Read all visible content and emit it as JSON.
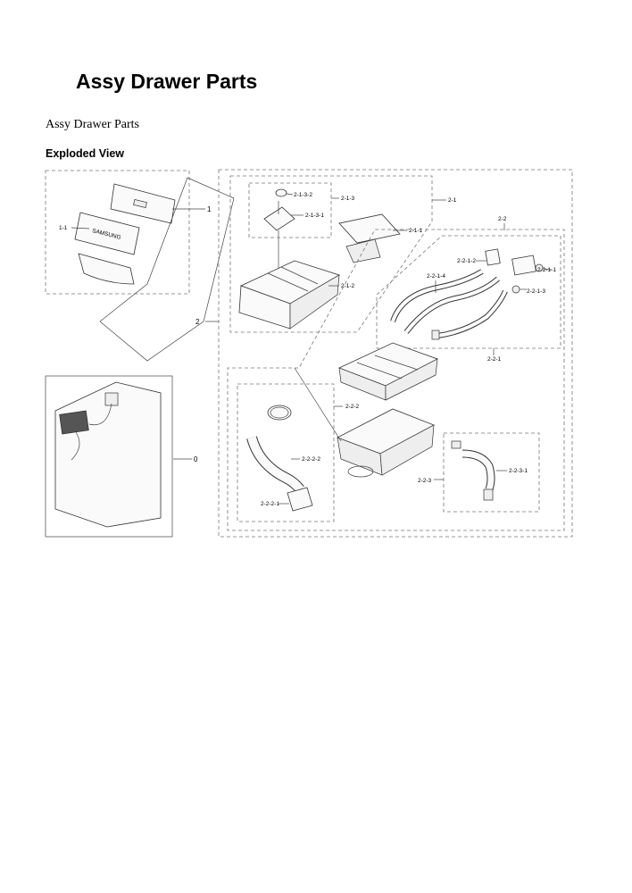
{
  "header": {
    "title": "Assy Drawer Parts",
    "subtitle": "Assy Drawer Parts",
    "section_heading": "Exploded View"
  },
  "diagram": {
    "callouts": {
      "p1": "1",
      "p1_1": "1-1",
      "p2": "2",
      "p0": "0",
      "p2_1": "2-1",
      "p2_1_1": "2-1-1",
      "p2_1_2": "2-1-2",
      "p2_1_3": "2-1-3",
      "p2_1_3_1": "2-1-3-1",
      "p2_1_3_2": "2-1-3-2",
      "p2_2": "2-2",
      "p2_2_1": "2-2-1",
      "p2_2_1_1": "2-2-1-1",
      "p2_2_1_2": "2-2-1-2",
      "p2_2_1_3": "2-2-1-3",
      "p2_2_1_4": "2-2-1-4",
      "p2_2_2": "2-2-2",
      "p2_2_2_1": "2-2-2-1",
      "p2_2_2_2": "2-2-2-2",
      "p2_2_3": "2-2-3",
      "p2_2_3_1": "2-2-3-1"
    },
    "panel_brand": "SAMSUNG"
  }
}
